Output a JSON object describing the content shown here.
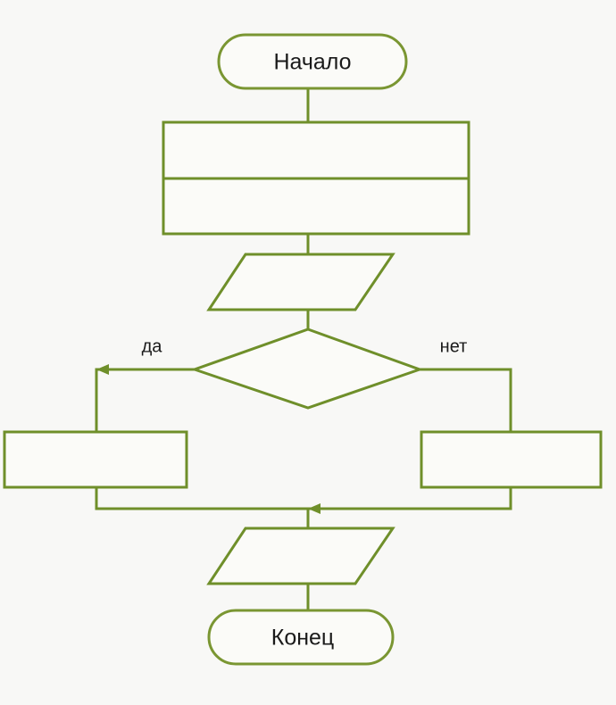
{
  "diagram": {
    "title": "Flowchart",
    "type": "flowchart",
    "language": "ru",
    "background_color": "#f8f8f6",
    "stroke_color": "#6f8f2a",
    "shape_fill_color": "#fbfbf8",
    "text_color": "#1a1a1a",
    "nodes": [
      {
        "id": "start",
        "shape": "terminator",
        "label": "Начало",
        "has_text": true
      },
      {
        "id": "process-block-upper",
        "shape": "rectangle",
        "label": "",
        "has_text": false
      },
      {
        "id": "process-block-lower",
        "shape": "rectangle",
        "label": "",
        "has_text": false
      },
      {
        "id": "io-input",
        "shape": "parallelogram",
        "label": "",
        "has_text": false
      },
      {
        "id": "decision",
        "shape": "diamond",
        "label": "",
        "has_text": false
      },
      {
        "id": "branch-true",
        "shape": "rectangle",
        "label": "",
        "has_text": false
      },
      {
        "id": "branch-false",
        "shape": "rectangle",
        "label": "",
        "has_text": false
      },
      {
        "id": "io-output",
        "shape": "parallelogram",
        "label": "",
        "has_text": false
      },
      {
        "id": "end",
        "shape": "terminator",
        "label": "Конец",
        "has_text": true
      }
    ],
    "branch_labels": {
      "yes": "да",
      "no": "нет"
    }
  }
}
